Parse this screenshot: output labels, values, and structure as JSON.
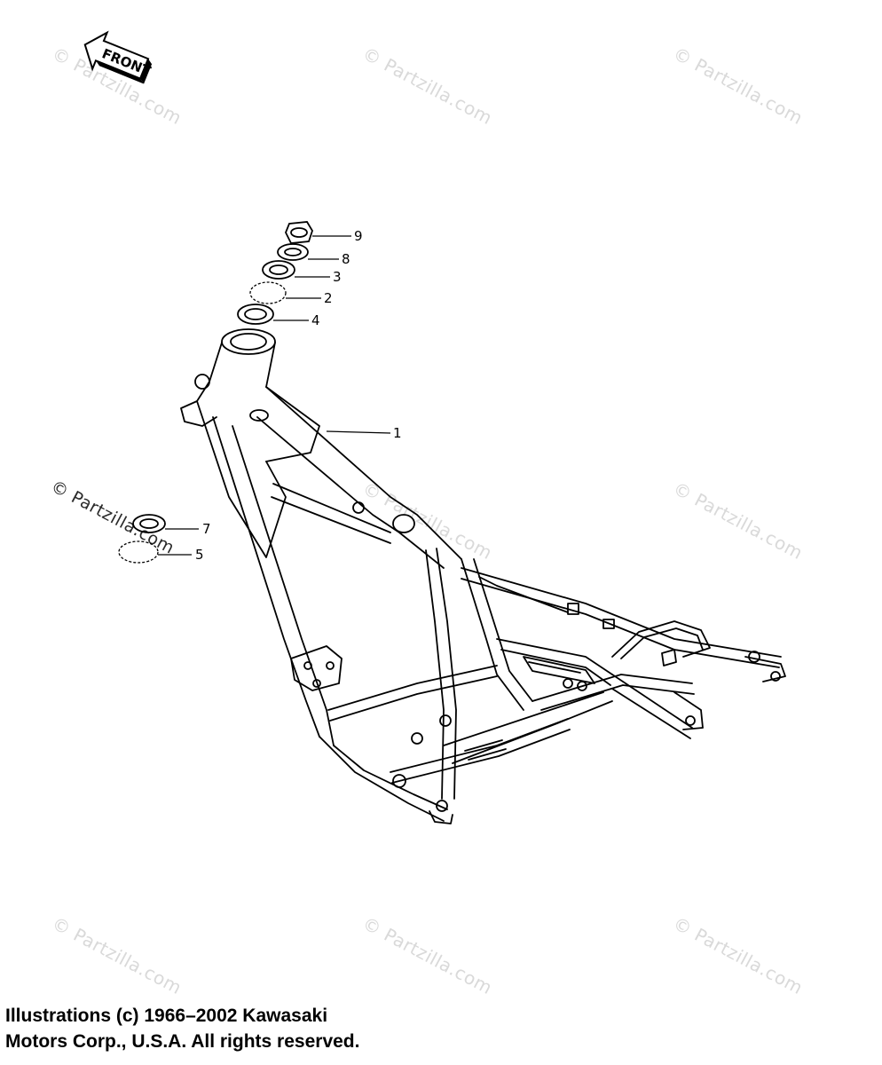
{
  "front_label": "FRONT",
  "watermark_text": "© Partzilla.com",
  "callouts": [
    "9",
    "8",
    "3",
    "2",
    "4",
    "1",
    "7",
    "5"
  ],
  "copyright": {
    "line1": "Illustrations (c) 1966–2002 Kawasaki",
    "line2": "Motors Corp., U.S.A.  All rights reserved."
  }
}
